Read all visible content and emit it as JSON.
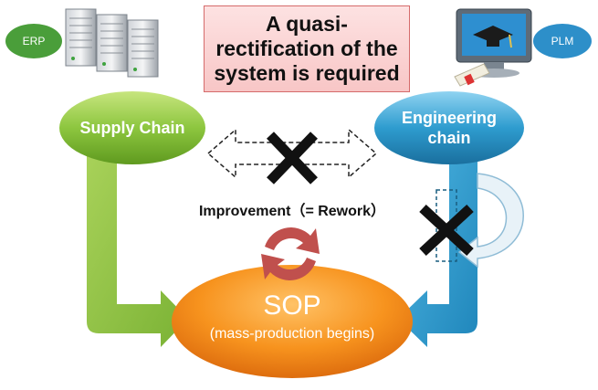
{
  "title": "A quasi-rectification of the system is required",
  "left_tag": "ERP",
  "right_tag": "PLM",
  "supply_chain": "Supply Chain",
  "engineering_chain": "Engineering chain",
  "improvement": "Improvement（= Rework）",
  "sop": {
    "main": "SOP",
    "sub": "(mass-production begins)"
  },
  "colors": {
    "supply": "#8dc63f",
    "engineering": "#2e9ccf",
    "sop": "#f28a1e",
    "cycle": "#c0504d",
    "title_bg": "#f8c6c6"
  }
}
